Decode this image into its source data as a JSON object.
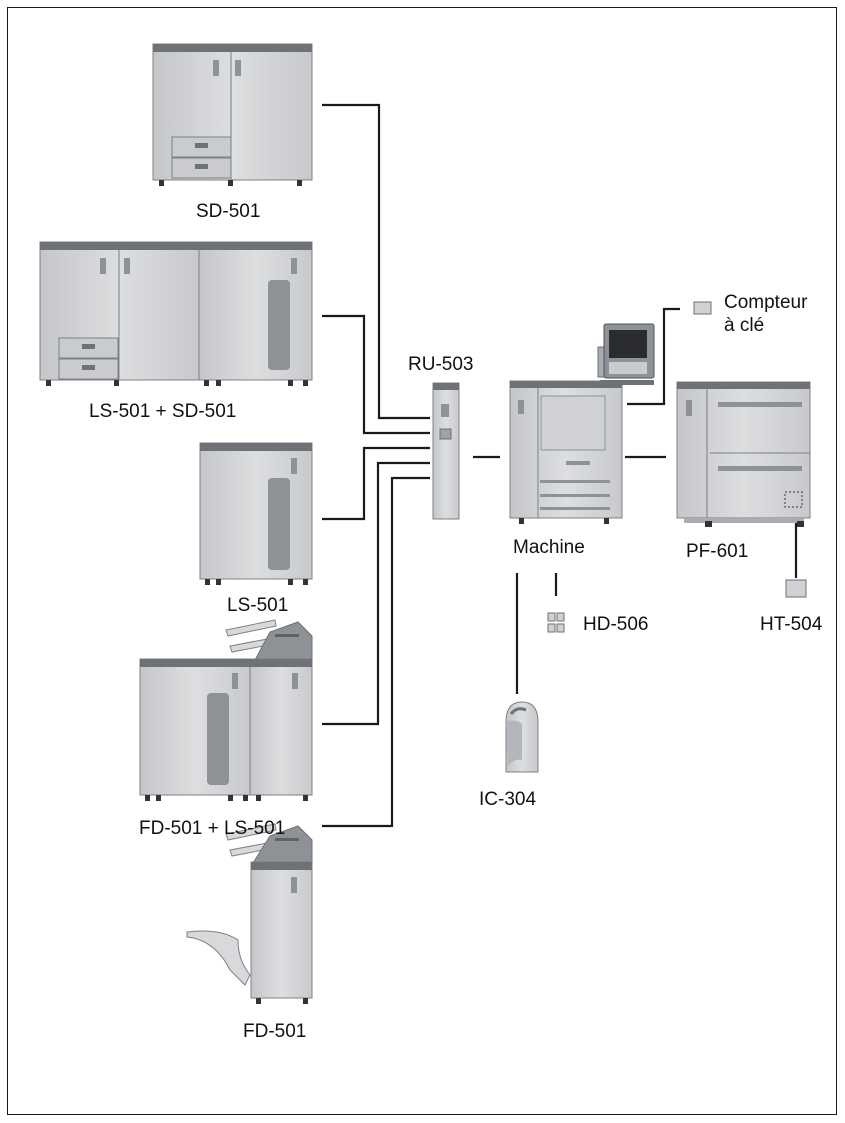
{
  "labels": {
    "sd501": "SD-501",
    "ls_sd": "LS-501 + SD-501",
    "ls501": "LS-501",
    "fd_ls": "FD-501 + LS-501",
    "fd501": "FD-501",
    "ru503": "RU-503",
    "machine": "Machine",
    "pf601": "PF-601",
    "counter_line1": "Compteur",
    "counter_line2": "à clé",
    "hd506": "HD-506",
    "ht504": "HT-504",
    "ic304": "IC-304"
  },
  "colors": {
    "body": "#d2d4d6",
    "body_dark": "#a9acb0",
    "top_strip": "#6e7175",
    "window": "#8e9196",
    "line": "#1a1a1a"
  }
}
